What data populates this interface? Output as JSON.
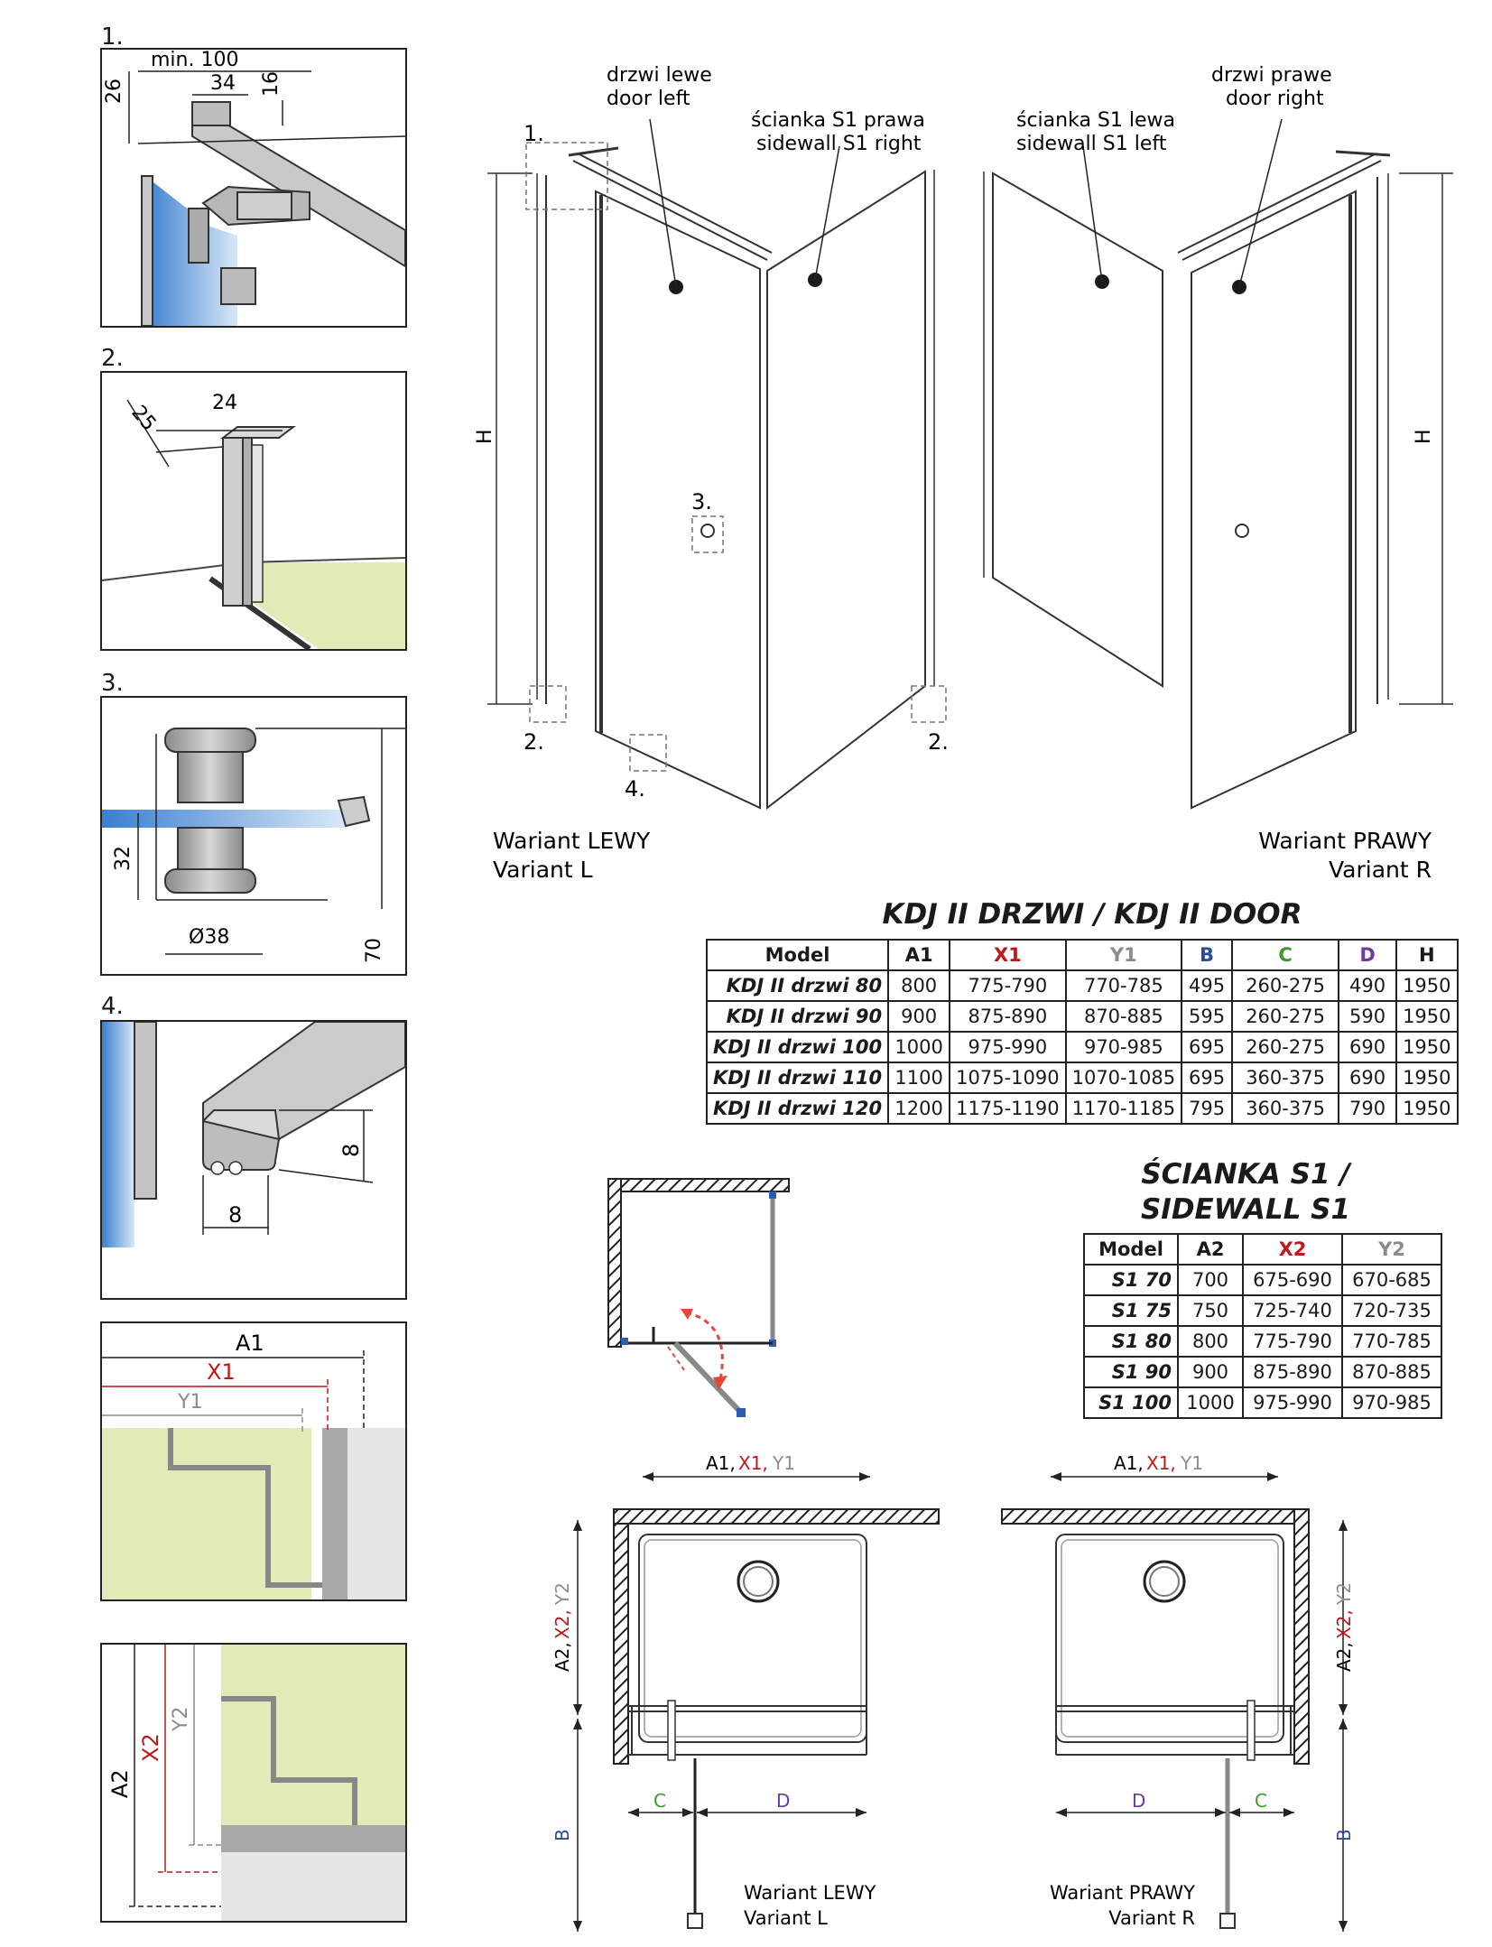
{
  "colors": {
    "x_red": "#c0171c",
    "y_gray": "#8c8c8c",
    "b_blue": "#2b4a9a",
    "c_green": "#3a9a2a",
    "d_purple": "#6c3aa0",
    "glass_blue": "#4a8fd6",
    "floor_green": "#e2ebb8"
  },
  "panels": {
    "p1": {
      "label": "1.",
      "min": "min. 100",
      "d34": "34",
      "d26": "26",
      "d16": "16"
    },
    "p2": {
      "label": "2.",
      "d24": "24",
      "d25": "25"
    },
    "p3": {
      "label": "3.",
      "d32": "32",
      "d38": "Ø38",
      "d70": "70"
    },
    "p4": {
      "label": "4.",
      "d8a": "8",
      "d8b": "8"
    },
    "p5": {
      "a1": "A1",
      "x1": "X1",
      "y1": "Y1"
    },
    "p6": {
      "a2": "A2",
      "x2": "X2",
      "y2": "Y2"
    }
  },
  "top_views": {
    "left": {
      "door_pl": "drzwi lewe",
      "door_en": "door left",
      "side_pl": "ścianka S1 prawa",
      "side_en": "sidewall S1 right",
      "h": "H",
      "c1": "1.",
      "c2a": "2.",
      "c2b": "2.",
      "c3": "3.",
      "c4": "4.",
      "variant_pl": "Wariant LEWY",
      "variant_en": "Variant L"
    },
    "right": {
      "door_pl": "drzwi prawe",
      "door_en": "door right",
      "side_pl": "ścianka S1 lewa",
      "side_en": "sidewall S1 left",
      "h": "H",
      "variant_pl": "Wariant PRAWY",
      "variant_en": "Variant R"
    }
  },
  "door_table": {
    "title": "KDJ II DRZWI / KDJ II DOOR",
    "headers": [
      "Model",
      "A1",
      "X1",
      "Y1",
      "B",
      "C",
      "D",
      "H"
    ],
    "rows": [
      [
        "KDJ II drzwi 80",
        "800",
        "775-790",
        "770-785",
        "495",
        "260-275",
        "490",
        "1950"
      ],
      [
        "KDJ II drzwi 90",
        "900",
        "875-890",
        "870-885",
        "595",
        "260-275",
        "590",
        "1950"
      ],
      [
        "KDJ II drzwi 100",
        "1000",
        "975-990",
        "970-985",
        "695",
        "260-275",
        "690",
        "1950"
      ],
      [
        "KDJ II drzwi 110",
        "1100",
        "1075-1090",
        "1070-1085",
        "695",
        "360-375",
        "690",
        "1950"
      ],
      [
        "KDJ II drzwi 120",
        "1200",
        "1175-1190",
        "1170-1185",
        "795",
        "360-375",
        "790",
        "1950"
      ]
    ]
  },
  "side_table": {
    "title1": "ŚCIANKA S1 /",
    "title2": "SIDEWALL S1",
    "headers": [
      "Model",
      "A2",
      "X2",
      "Y2"
    ],
    "rows": [
      [
        "S1 70",
        "700",
        "675-690",
        "670-685"
      ],
      [
        "S1 75",
        "750",
        "725-740",
        "720-735"
      ],
      [
        "S1 80",
        "800",
        "775-790",
        "770-785"
      ],
      [
        "S1 90",
        "900",
        "875-890",
        "870-885"
      ],
      [
        "S1 100",
        "1000",
        "975-990",
        "970-985"
      ]
    ]
  },
  "plans": {
    "left": {
      "a1": "A1,",
      "x1": "X1,",
      "y1": "Y1",
      "a2": "A2,",
      "x2": "X2,",
      "y2": "Y2",
      "b": "B",
      "c": "C",
      "d": "D",
      "variant_pl": "Wariant LEWY",
      "variant_en": "Variant L"
    },
    "right": {
      "a1": "A1,",
      "x1": "X1,",
      "y1": "Y1",
      "a2": "A2,",
      "x2": "X2,",
      "y2": "Y2",
      "b": "B",
      "c": "C",
      "d": "D",
      "variant_pl": "Wariant PRAWY",
      "variant_en": "Variant R"
    }
  }
}
